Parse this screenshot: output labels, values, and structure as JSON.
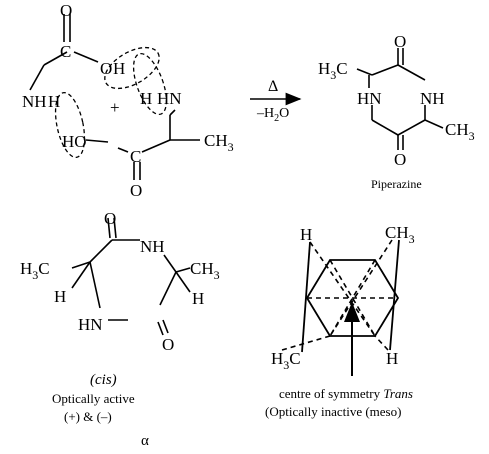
{
  "reaction": {
    "glycine": {
      "carbonyl_o": "O",
      "hydroxyl_o": "O",
      "hydroxyl_h": "H",
      "amine": "NH",
      "amine_h": "H",
      "carbon": "C"
    },
    "alanine": {
      "hydroxyl": "HO",
      "amine_h": "H",
      "amine": "HN",
      "carbon": "C",
      "carbonyl_o": "O",
      "methyl": "CH",
      "methyl_sub": "3"
    },
    "plus": "+",
    "arrow_top": "Δ",
    "arrow_bottom": "–H",
    "arrow_bottom_sub": "2",
    "arrow_bottom_end": "O"
  },
  "piperazine": {
    "o_top": "O",
    "o_bottom": "O",
    "h3c": "H",
    "h3c_sub": "3",
    "h3c_end": "C",
    "hn": "HN",
    "nh": "NH",
    "ch3": "CH",
    "ch3_sub": "3",
    "label": "Piperazine"
  },
  "cis": {
    "h3c": "H",
    "h3c_sub": "3",
    "h3c_end": "C",
    "h_left": "H",
    "nh_top": "NH",
    "hn_bottom": "HN",
    "ch3": "CH",
    "ch3_sub": "3",
    "h_right": "H",
    "o_top": "O",
    "o_bottom": "O",
    "label": "(cis)",
    "line1": "Optically active",
    "line2": "(+) & (–)",
    "alpha": "α"
  },
  "trans": {
    "h_top": "H",
    "ch3": "CH",
    "ch3_sub": "3",
    "h3c": "H",
    "h3c_sub": "3",
    "h3c_end": "C",
    "h_bottom": "H",
    "centre_label": "centre of symmetry",
    "trans_label": "Trans",
    "line2": "(Optically inactive (meso)"
  }
}
